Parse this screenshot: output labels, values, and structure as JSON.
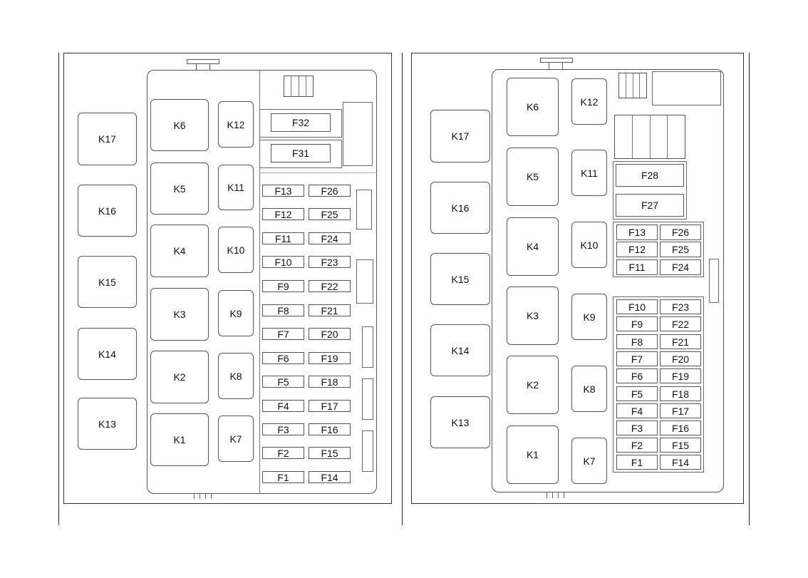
{
  "left_diagram": {
    "relays_outer": [
      "K17",
      "K16",
      "K15",
      "K14",
      "K13"
    ],
    "relays_large": [
      "K6",
      "K5",
      "K4",
      "K3",
      "K2",
      "K1"
    ],
    "relays_small": [
      "K12",
      "K11",
      "K10",
      "K9",
      "K8",
      "K7"
    ],
    "maxi_fuses": [
      "F32",
      "F31"
    ],
    "fuse_rows": [
      [
        "F13",
        "F26"
      ],
      [
        "F12",
        "F25"
      ],
      [
        "F11",
        "F24"
      ],
      [
        "F10",
        "F23"
      ],
      [
        "F9",
        "F22"
      ],
      [
        "F8",
        "F21"
      ],
      [
        "F7",
        "F20"
      ],
      [
        "F6",
        "F19"
      ],
      [
        "F5",
        "F18"
      ],
      [
        "F4",
        "F17"
      ],
      [
        "F3",
        "F16"
      ],
      [
        "F2",
        "F15"
      ],
      [
        "F1",
        "F14"
      ]
    ]
  },
  "right_diagram": {
    "relays_outer": [
      "K17",
      "K16",
      "K15",
      "K14",
      "K13"
    ],
    "relays_large": [
      "K6",
      "K5",
      "K4",
      "K3",
      "K2",
      "K1"
    ],
    "relays_small": [
      "K12",
      "K11",
      "K10",
      "K9",
      "K8",
      "K7"
    ],
    "maxi_fuses": [
      "F28",
      "F27"
    ],
    "fuse_rows_top": [
      [
        "F13",
        "F26"
      ],
      [
        "F12",
        "F25"
      ],
      [
        "F11",
        "F24"
      ]
    ],
    "fuse_rows_bottom": [
      [
        "F10",
        "F23"
      ],
      [
        "F9",
        "F22"
      ],
      [
        "F8",
        "F21"
      ],
      [
        "F7",
        "F20"
      ],
      [
        "F6",
        "F19"
      ],
      [
        "F5",
        "F18"
      ],
      [
        "F4",
        "F17"
      ],
      [
        "F3",
        "F16"
      ],
      [
        "F2",
        "F15"
      ],
      [
        "F1",
        "F14"
      ]
    ]
  }
}
